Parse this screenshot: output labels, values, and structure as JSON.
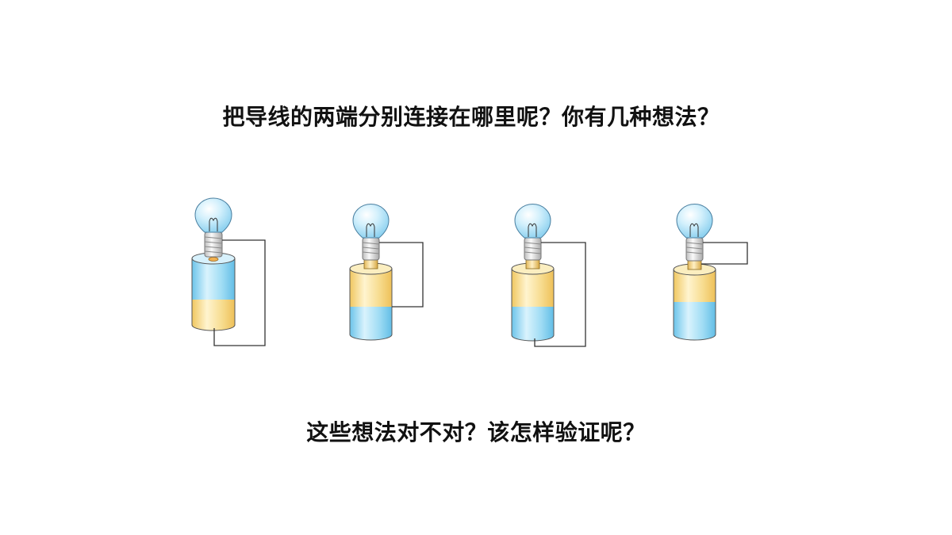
{
  "headings": {
    "top": "把导线的两端分别连接在哪里呢？你有几种想法？",
    "bottom": "这些想法对不对？该怎样验证呢？"
  },
  "colors": {
    "blue_band": "#9fdcf4",
    "yellow_band": "#f7dc8f",
    "wire": "#333333",
    "bulb_glass": "#c9ecfb",
    "screw_base": "#e6e6e6"
  },
  "diagram": {
    "circuits": [
      {
        "id": "circuit-1",
        "top_band": "blue",
        "bottom_band": "yellow",
        "wire_end": "battery-bottom"
      },
      {
        "id": "circuit-2",
        "top_band": "yellow",
        "bottom_band": "blue",
        "wire_end": "battery-middle"
      },
      {
        "id": "circuit-3",
        "top_band": "yellow",
        "bottom_band": "blue",
        "wire_end": "battery-bottom"
      },
      {
        "id": "circuit-4",
        "top_band": "yellow",
        "bottom_band": "blue",
        "wire_end": "battery-top"
      }
    ]
  }
}
